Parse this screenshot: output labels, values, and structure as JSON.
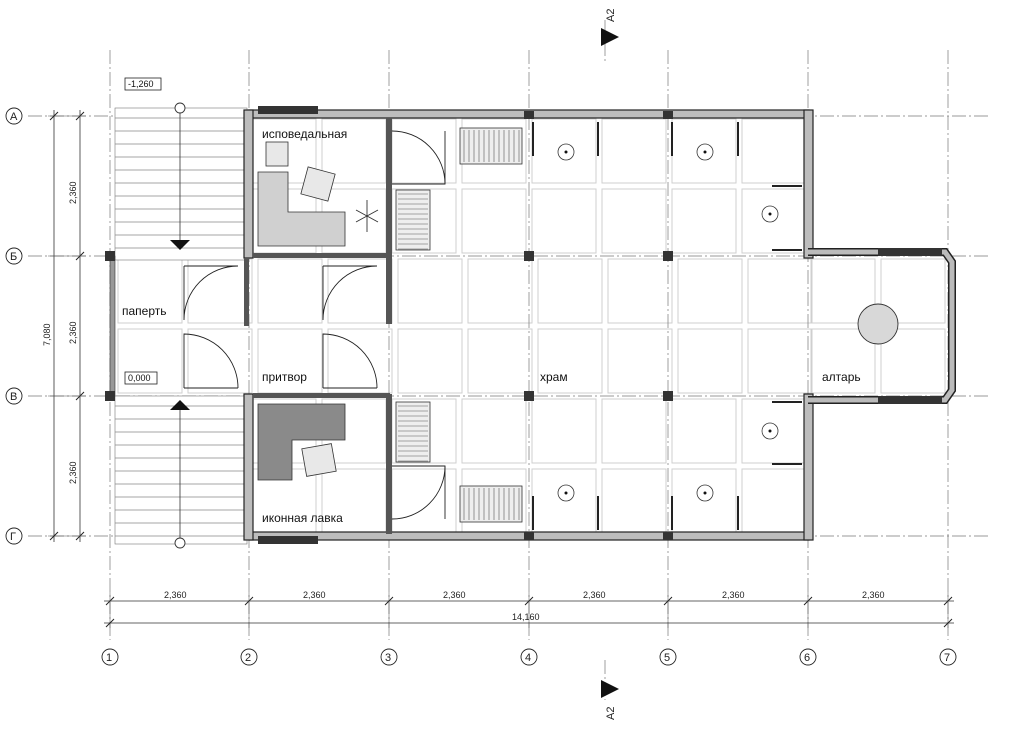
{
  "section_marks": {
    "top": "A2",
    "bottom": "A2"
  },
  "axes": {
    "columns": [
      "1",
      "2",
      "3",
      "4",
      "5",
      "6",
      "7"
    ],
    "rows": [
      "А",
      "Б",
      "В",
      "Г"
    ]
  },
  "dimensions": {
    "bays_horizontal": [
      "2,360",
      "2,360",
      "2,360",
      "2,360",
      "2,360",
      "2,360"
    ],
    "total_horizontal": "14,160",
    "bays_vertical": [
      "2,360",
      "2,360",
      "2,360"
    ],
    "total_vertical": "7,080"
  },
  "levels": {
    "stair_bottom": "-1,260",
    "porch": "0,000"
  },
  "rooms": {
    "confessional": "исповедальная",
    "porch": "паперть",
    "narthex": "притвор",
    "icon_shop": "иконная лавка",
    "nave": "храм",
    "altar": "алтарь"
  }
}
